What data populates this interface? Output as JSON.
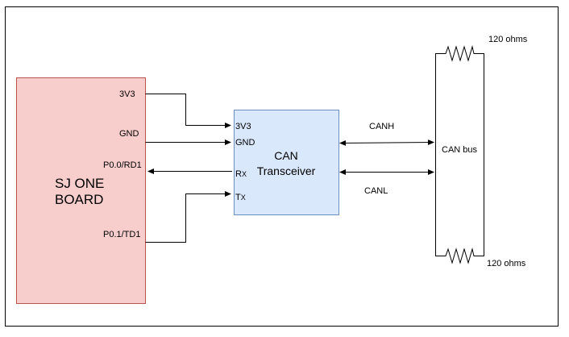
{
  "board": {
    "title_line1": "SJ ONE",
    "title_line2": "BOARD",
    "fill": "#f8cecc",
    "stroke": "#b85450",
    "pins": {
      "v33": "3V3",
      "gnd": "GND",
      "rd1": "P0.0/RD1",
      "td1": "P0.1/TD1"
    }
  },
  "transceiver": {
    "title_line1": "CAN",
    "title_line2": "Transceiver",
    "fill": "#dae8fc",
    "stroke": "#6c8ebf",
    "pins": {
      "v33": "3V3",
      "gnd": "GND",
      "rx_main": "R",
      "rx_sub": "X",
      "tx_main": "T",
      "tx_sub": "X"
    }
  },
  "bus": {
    "label": "CAN bus",
    "canh": "CANH",
    "canl": "CANL",
    "resistor_top": "120 ohms",
    "resistor_bottom": "120 ohms"
  }
}
